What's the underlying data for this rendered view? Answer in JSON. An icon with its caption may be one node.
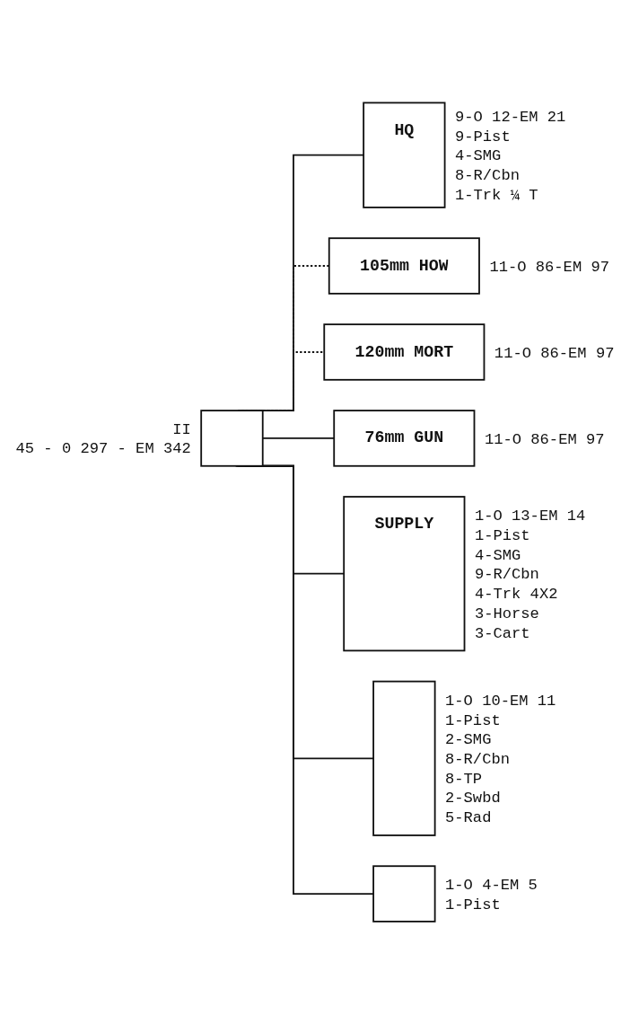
{
  "diagram": {
    "nodes": [
      {
        "text": [],
        "shape": "box",
        "beside": [
          "II",
          "45 - 0 297 - EM 342"
        ]
      },
      {
        "text": [
          "HQ"
        ],
        "beside": [
          "9-O 12-EM 21",
          "9-Pist",
          "4-SMG",
          "8-R/Cbn",
          "1-Trk ¼ T"
        ]
      },
      {
        "text": [
          "105mm HOW"
        ],
        "beside": [
          "11-O 86-EM 97"
        ]
      },
      {
        "text": [
          "120mm MORT"
        ],
        "beside": [
          "11-O 86-EM 97"
        ]
      },
      {
        "text": [
          "76mm GUN"
        ],
        "beside": [
          "11-O 86-EM 97"
        ]
      },
      {
        "text": [
          "SUPPLY"
        ],
        "beside": [
          "1-O 13-EM 14",
          "1-Pist",
          "4-SMG",
          "9-R/Cbn",
          "4-Trk 4X2",
          "3-Horse",
          "3-Cart"
        ]
      },
      {
        "text": [],
        "shape": "box",
        "beside": [
          "1-O 10-EM 11",
          "1-Pist",
          "2-SMG",
          "8-R/Cbn",
          "8-TP",
          "2-Swbd",
          "5-Rad"
        ]
      },
      {
        "text": [],
        "shape": "box",
        "beside": [
          "1-O 4-EM 5",
          "1-Pist"
        ]
      }
    ],
    "edges": [
      {
        "from": 0,
        "to": 1,
        "arrow": "none"
      },
      {
        "from": 0,
        "to": 2,
        "arrow": "none",
        "style": "dashed"
      },
      {
        "from": 0,
        "to": 3,
        "arrow": "none",
        "style": "dashed"
      },
      {
        "from": 0,
        "to": 4,
        "arrow": "none"
      },
      {
        "from": 0,
        "to": 5,
        "arrow": "none"
      },
      {
        "from": 0,
        "to": 6,
        "arrow": "none"
      },
      {
        "from": 0,
        "to": 7,
        "arrow": "none"
      }
    ]
  }
}
